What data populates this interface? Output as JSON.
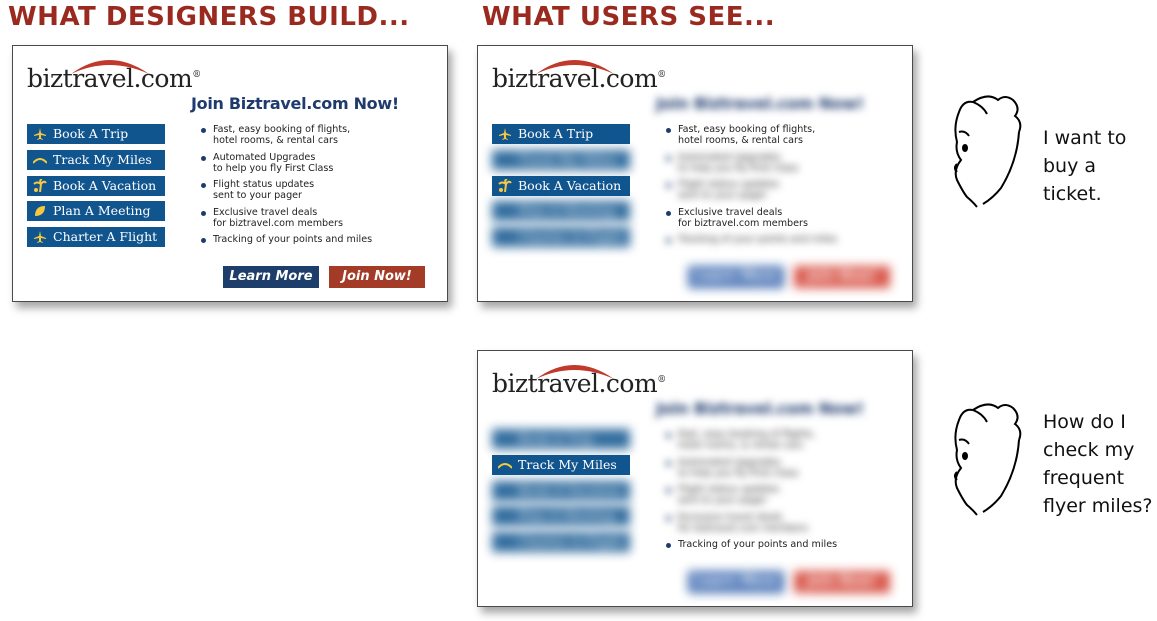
{
  "headings": {
    "left": "WHAT DESIGNERS BUILD...",
    "right": "WHAT USERS SEE..."
  },
  "colors": {
    "heading": "#9a2a1f",
    "nav_bg": "#11558f",
    "title_blue": "#1f3b6e",
    "learn_bg": "#1d3d6b",
    "join_bg": "#a33b27",
    "swoosh": "#c0392b"
  },
  "logo": {
    "text": "biztravel.com",
    "reg": "®"
  },
  "join_title": "Join Biztravel.com Now!",
  "nav_items": [
    {
      "label": "Book A Trip",
      "icon": "airplane-icon"
    },
    {
      "label": "Track My Miles",
      "icon": "arc-icon"
    },
    {
      "label": "Book A Vacation",
      "icon": "palm-tree-icon"
    },
    {
      "label": "Plan A Meeting",
      "icon": "leaf-icon"
    },
    {
      "label": "Charter A Flight",
      "icon": "airplane-icon"
    }
  ],
  "bullets": [
    "Fast, easy booking of flights,\nhotel rooms, & rental cars",
    "Automated Upgrades\nto help you fly First Class",
    "Flight status updates\nsent to your pager",
    "Exclusive travel deals\nfor biztravel.com members",
    "Tracking of your points and miles"
  ],
  "buttons": {
    "learn": "Learn More",
    "join": "Join Now!"
  },
  "thoughts": {
    "first": "I want to\nbuy a\nticket.",
    "second": "How do I\ncheck my\nfrequent\nflyer miles?"
  }
}
